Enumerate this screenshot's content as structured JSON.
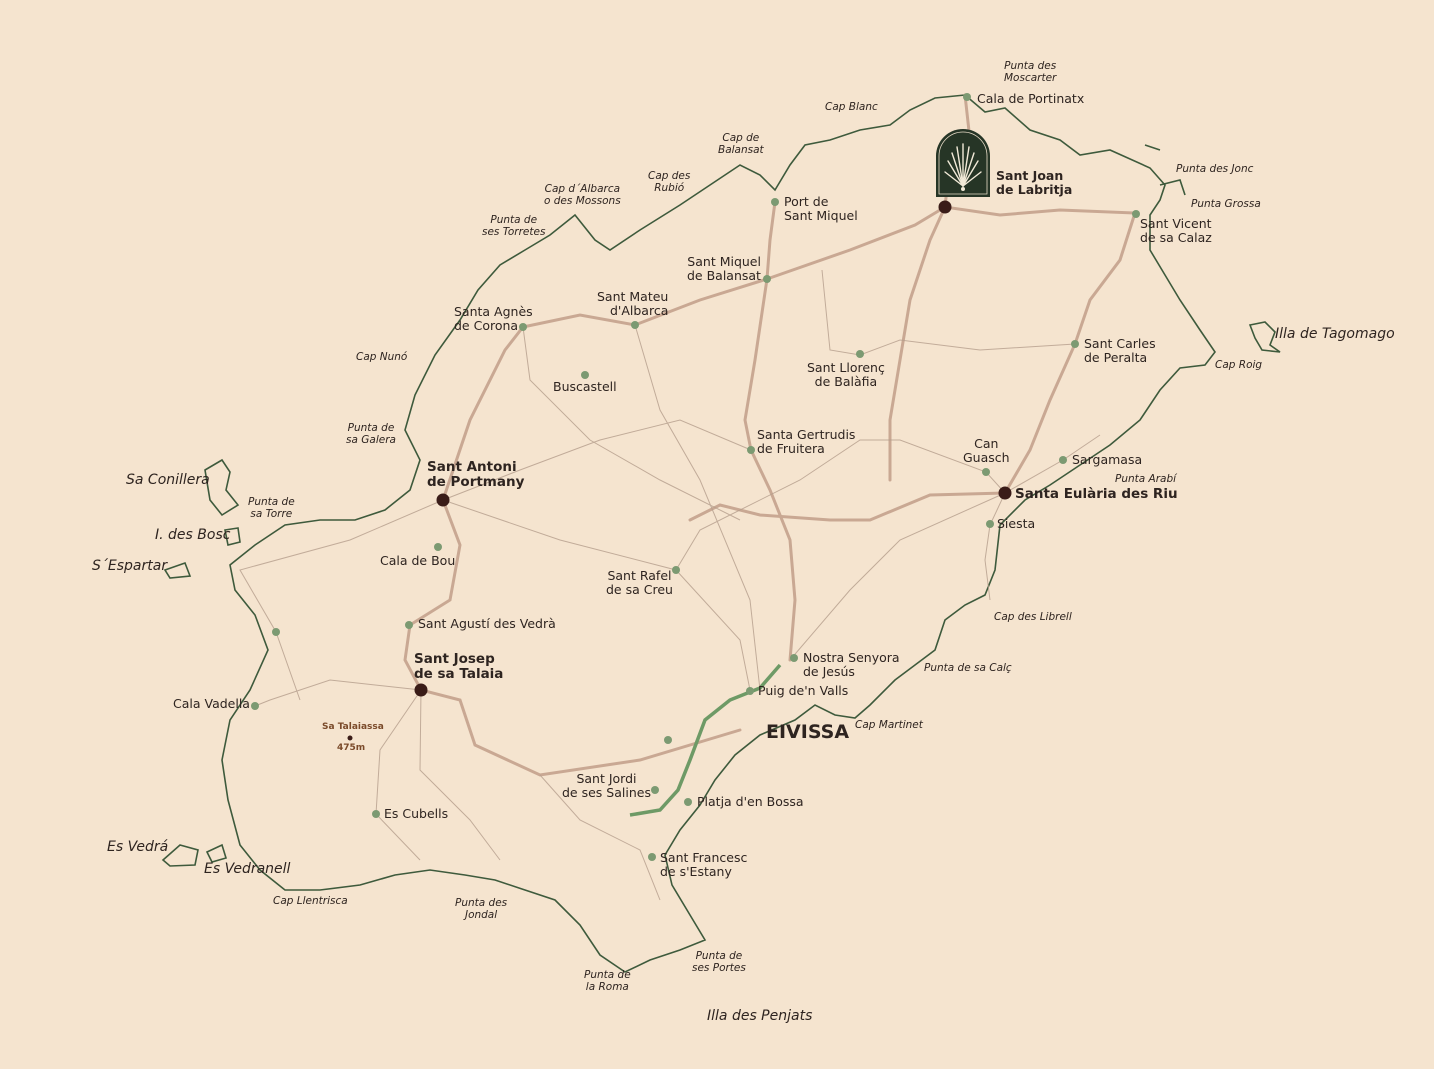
{
  "colors": {
    "background": "#f5e4cf",
    "road": "#c9a893",
    "coast": "#3e5a3c",
    "village_dot": "#7c9a72",
    "town_dot": "#3a1c18",
    "green_route": "#6e9a66",
    "marker": "#263526"
  },
  "city": "EIVISSA",
  "towns": [
    "Sant Antoni\nde Portmany",
    "Sant Josep\nde sa Talaia",
    "Santa Eulària des Riu",
    "Sant Joan\nde Labritja"
  ],
  "villages": [
    "Cala de Portinatx",
    "Port de\nSant Miquel",
    "Sant Miquel\nde Balansat",
    "Sant Vicent\nde sa Calaz",
    "Santa Agnès\nde Corona",
    "Sant Mateu\nd'Albarca",
    "Buscastell",
    "Sant Llorenç\nde Balàfia",
    "Sant Carles\nde Peralta",
    "Santa Gertrudis\nde Fruitera",
    "Can\nGuasch",
    "Sargamasa",
    "Siesta",
    "Cala de Bou",
    "Sant Rafel\nde sa Creu",
    "Sant Agustí des Vedrà",
    "Nostra Senyora\nde Jesús",
    "Puig de'n Valls",
    "Cala Vadella",
    "Sant Jordi\nde ses Salines",
    "Platja d'en Bossa",
    "Es Cubells",
    "Sant Francesc\nde s'Estany"
  ],
  "capes": [
    "Punta des\nMoscarter",
    "Cap Blanc",
    "Cap de\nBalansat",
    "Cap des\nRubió",
    "Cap d´Albarca\no des Mossons",
    "Punta de\nses Torretes",
    "Punta des Jonc",
    "Punta Grossa",
    "Cap Roig",
    "Cap Nunó",
    "Punta de\nsa Galera",
    "Punta de\nsa Torre",
    "Punta Arabí",
    "Cap des Librell",
    "Punta de sa Calç",
    "Cap Martinet",
    "Cap Llentrisca",
    "Punta des\nJondal",
    "Punta de\nses Portes",
    "Punta de\nla Roma"
  ],
  "islands": [
    "Illa de Tagomago",
    "Sa Conillera",
    "I. des Bosc",
    "S´Espartar",
    "Es Vedrá",
    "Es Vedranell",
    "Illa des Penjats"
  ],
  "peak": {
    "name": "Sa Talaiassa",
    "height": "475m"
  }
}
